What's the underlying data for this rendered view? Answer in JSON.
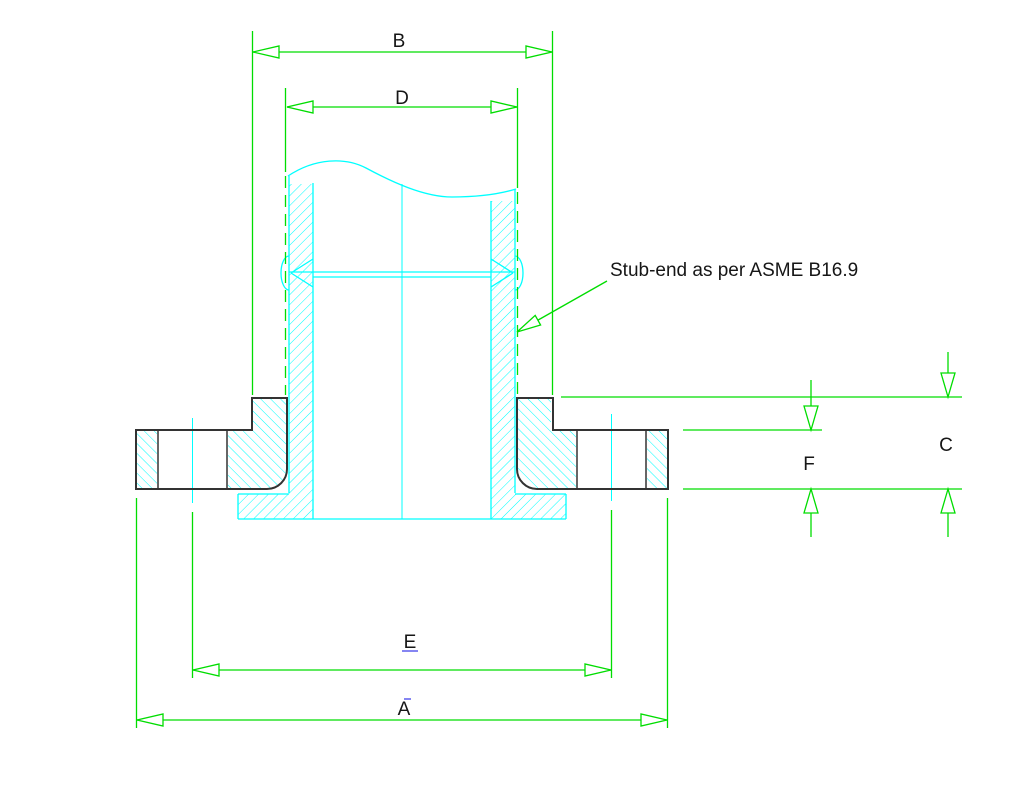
{
  "drawing": {
    "type": "engineering-section-drawing",
    "subject": "Lap joint flange with stub-end, sectional view",
    "annotation": {
      "text": "Stub-end as per ASME B16.9"
    },
    "dimensions": {
      "a": "A",
      "b": "B",
      "c": "C",
      "d": "D",
      "e": "E",
      "f": "F"
    },
    "colors": {
      "dimension_lines": "#00dd00",
      "part_section_cyan": "#00ffff",
      "flange_outline": "#333333",
      "text": "#161616",
      "cursor_artifact_blue": "#8585f2",
      "background": "#ffffff"
    }
  }
}
